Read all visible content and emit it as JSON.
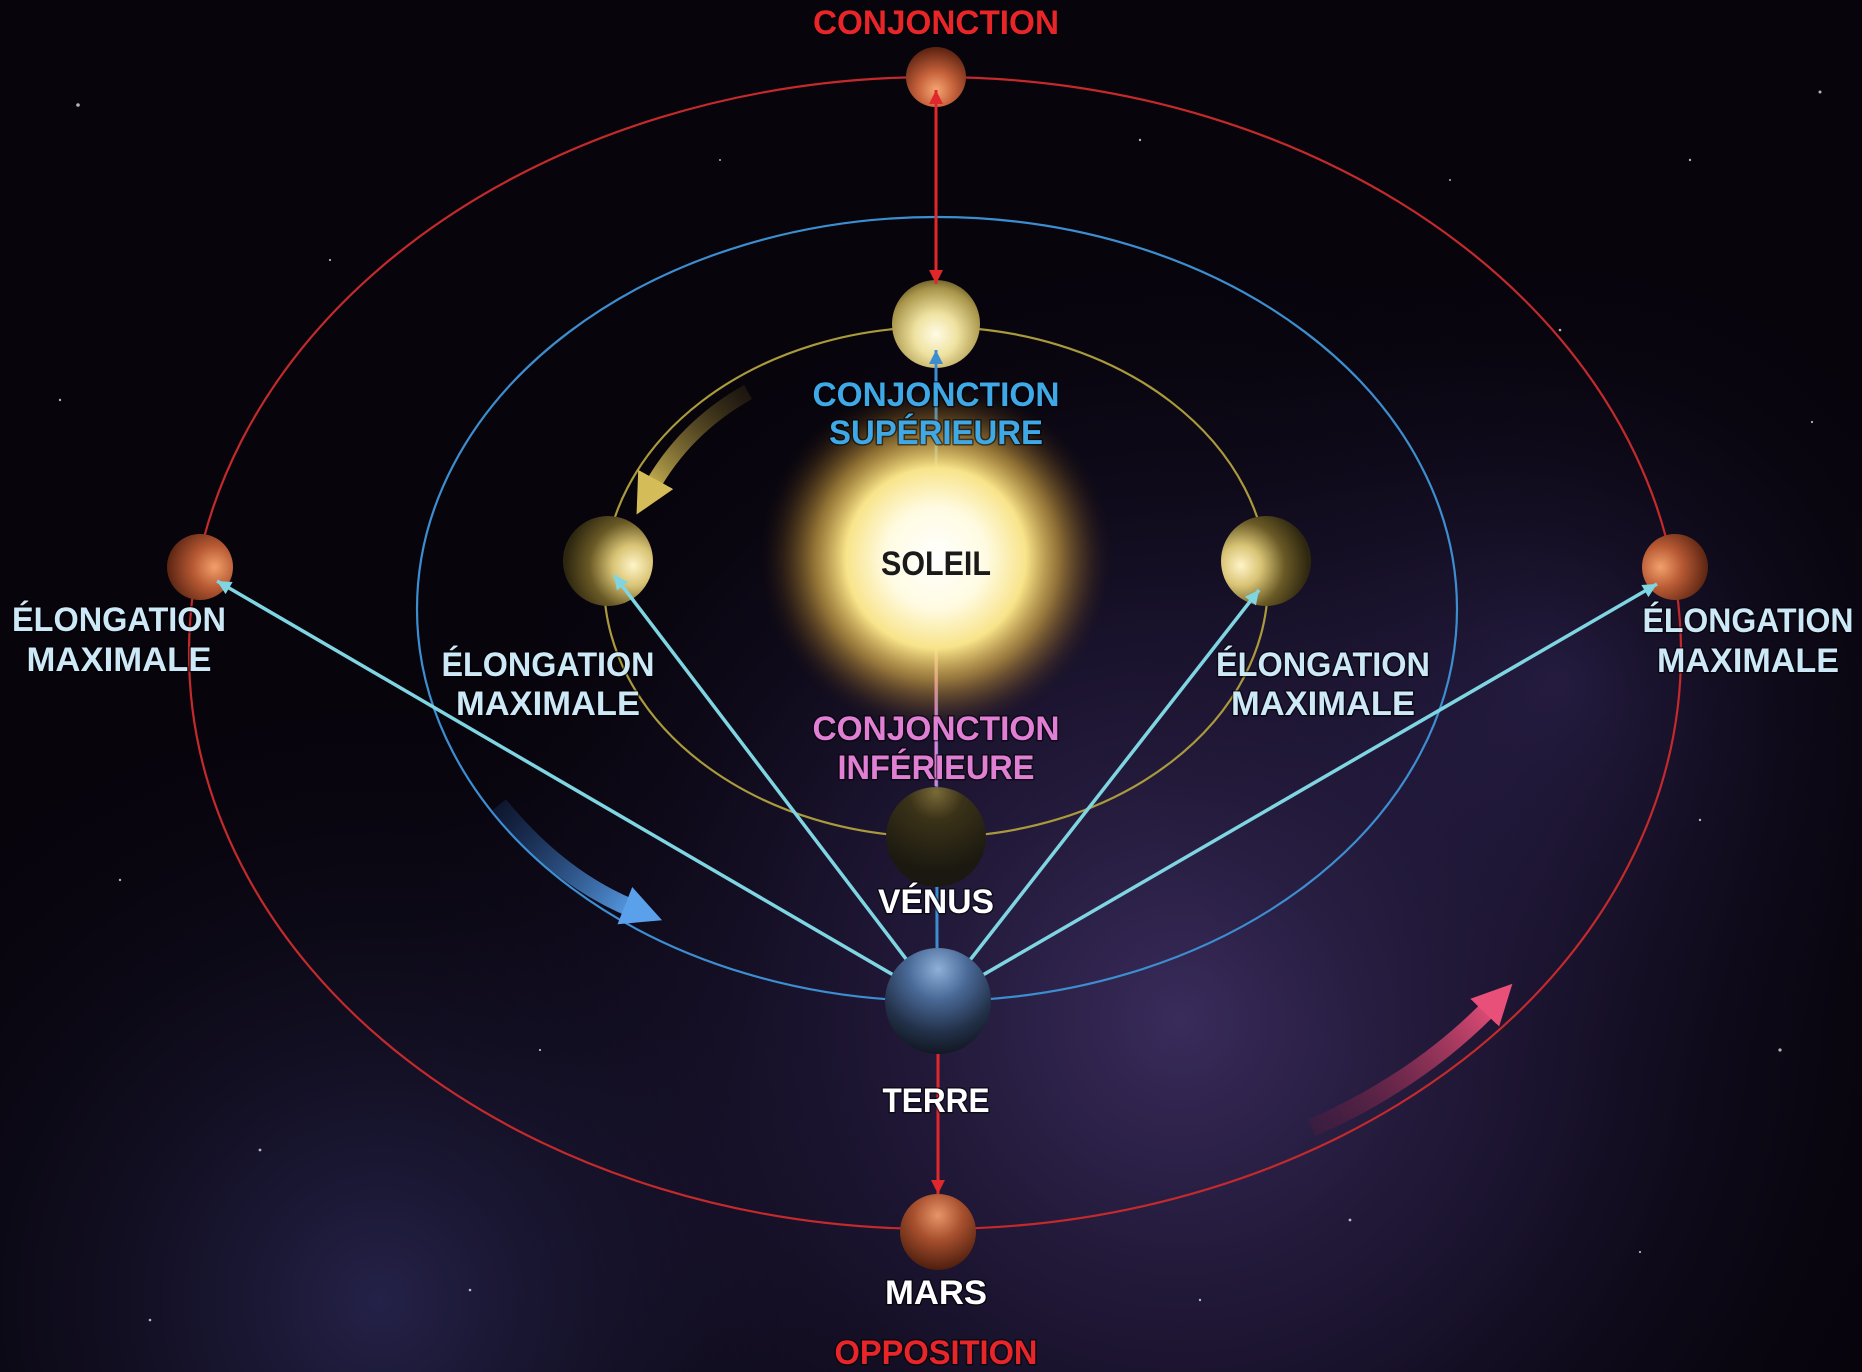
{
  "diagram": {
    "top": {
      "conjunction": "CONJONCTION"
    },
    "superior_conjunction": {
      "line1": "CONJONCTION",
      "line2": "SUPÉRIEURE"
    },
    "sun": {
      "label": "SOLEIL"
    },
    "elongations": [
      {
        "line1": "ÉLONGATION",
        "line2": "MAXIMALE"
      },
      {
        "line1": "ÉLONGATION",
        "line2": "MAXIMALE"
      },
      {
        "line1": "ÉLONGATION",
        "line2": "MAXIMALE"
      },
      {
        "line1": "ÉLONGATION",
        "line2": "MAXIMALE"
      }
    ],
    "inferior_conjunction": {
      "line1": "CONJONCTION",
      "line2": "INFÉRIEURE"
    },
    "venus": {
      "label": "VÉNUS"
    },
    "earth": {
      "label": "TERRE"
    },
    "mars": {
      "label": "MARS"
    },
    "bottom": {
      "opposition": "OPPOSITION"
    }
  },
  "colors": {
    "background": "#07040c",
    "mars_orbit": "#c42a2c",
    "earth_orbit": "#3d8ed0",
    "venus_orbit": "#a99a3c",
    "conjunction_red": "#e8262a",
    "superior_blue": "#3fa8e6",
    "elongation_text": "#cde8f6",
    "inferior_pink": "#e07fd4",
    "planet_label": "#ffffff",
    "sun_label": "#1a1a1a",
    "sight_lines": "#7fd6e2",
    "earth_line": "#3d8ed0",
    "red_line": "#e0282c"
  }
}
